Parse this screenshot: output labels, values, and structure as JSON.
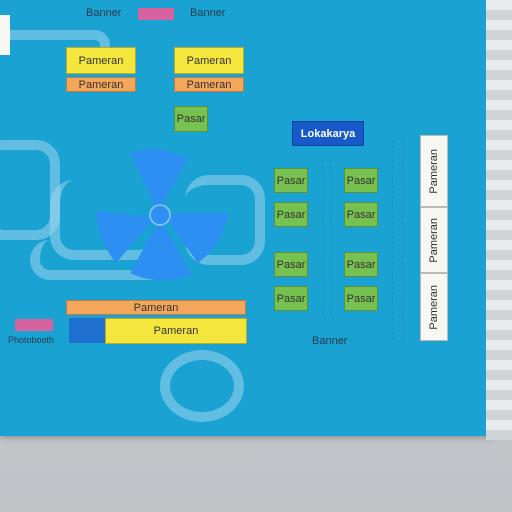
{
  "colors": {
    "board": "#1aa2d3",
    "pameran_yellow": "#f5e63d",
    "pameran_orange": "#f4a75b",
    "pasar_green": "#76c150",
    "lokakarya_blue": "#1759c9",
    "banner_pink": "#d6629f",
    "fan_blue": "#2e8ff2"
  },
  "top": {
    "banner_left": "Banner",
    "banner_right": "Banner",
    "pameran_yellow_left": "Pameran",
    "pameran_yellow_right": "Pameran",
    "pameran_orange_left": "Pameran",
    "pameran_orange_right": "Pameran",
    "pasar_center": "Pasar"
  },
  "right": {
    "lokakarya": "Lokakarya",
    "pasar_grid": [
      "Pasar",
      "Pasar",
      "Pasar",
      "Pasar",
      "Pasar",
      "Pasar",
      "Pasar",
      "Pasar"
    ],
    "pameran_vertical": [
      "Pameran",
      "Pameran",
      "Pameran"
    ],
    "banner_bottom": "Banner"
  },
  "bottom": {
    "pameran_orange": "Pameran",
    "pameran_yellow": "Pameran",
    "left_label": "Photobooth"
  },
  "icons": [
    "fan-icon"
  ]
}
